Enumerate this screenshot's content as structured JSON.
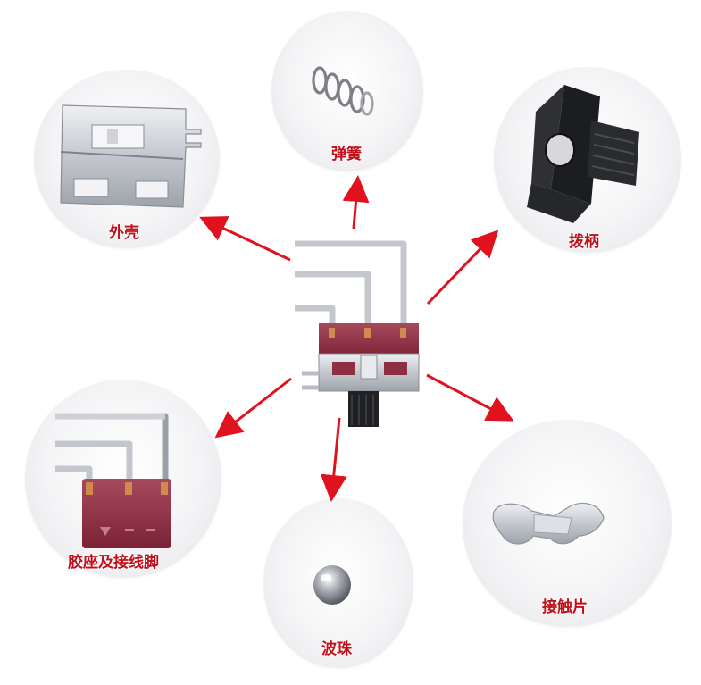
{
  "colors": {
    "label": "#c0101a",
    "arrow": "#e0121e",
    "housing": "#8e2f43",
    "metal": "#c9ccd2"
  },
  "parts": {
    "shell": {
      "label": "外壳"
    },
    "spring": {
      "label": "弹簧"
    },
    "lever": {
      "label": "拨柄"
    },
    "base": {
      "label": "胶座及接线脚"
    },
    "ball": {
      "label": "波珠"
    },
    "contact": {
      "label": "接触片"
    }
  }
}
